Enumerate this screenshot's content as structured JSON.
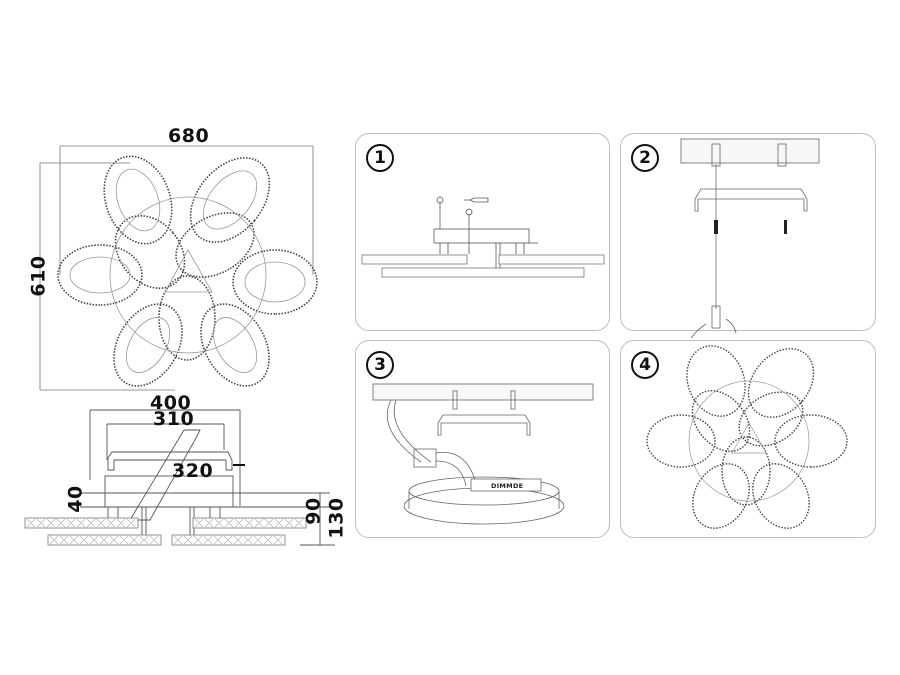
{
  "dimensions": {
    "width_top": "680",
    "height_left": "610",
    "base_width": "400",
    "bracket_width": "310",
    "bracket_length": "320",
    "base_height": "40",
    "height_mid": "90",
    "height_total": "130"
  },
  "steps": [
    {
      "number": "1",
      "description": "fixture-side-view"
    },
    {
      "number": "2",
      "description": "drill-and-mount-bracket"
    },
    {
      "number": "3",
      "description": "connect-wires-to-driver"
    },
    {
      "number": "4",
      "description": "assembled-fixture-top-view"
    }
  ],
  "driver_label": "DIMMDE",
  "colors": {
    "line": "#555555",
    "panel_border": "#bdbdbd",
    "text": "#111111"
  }
}
